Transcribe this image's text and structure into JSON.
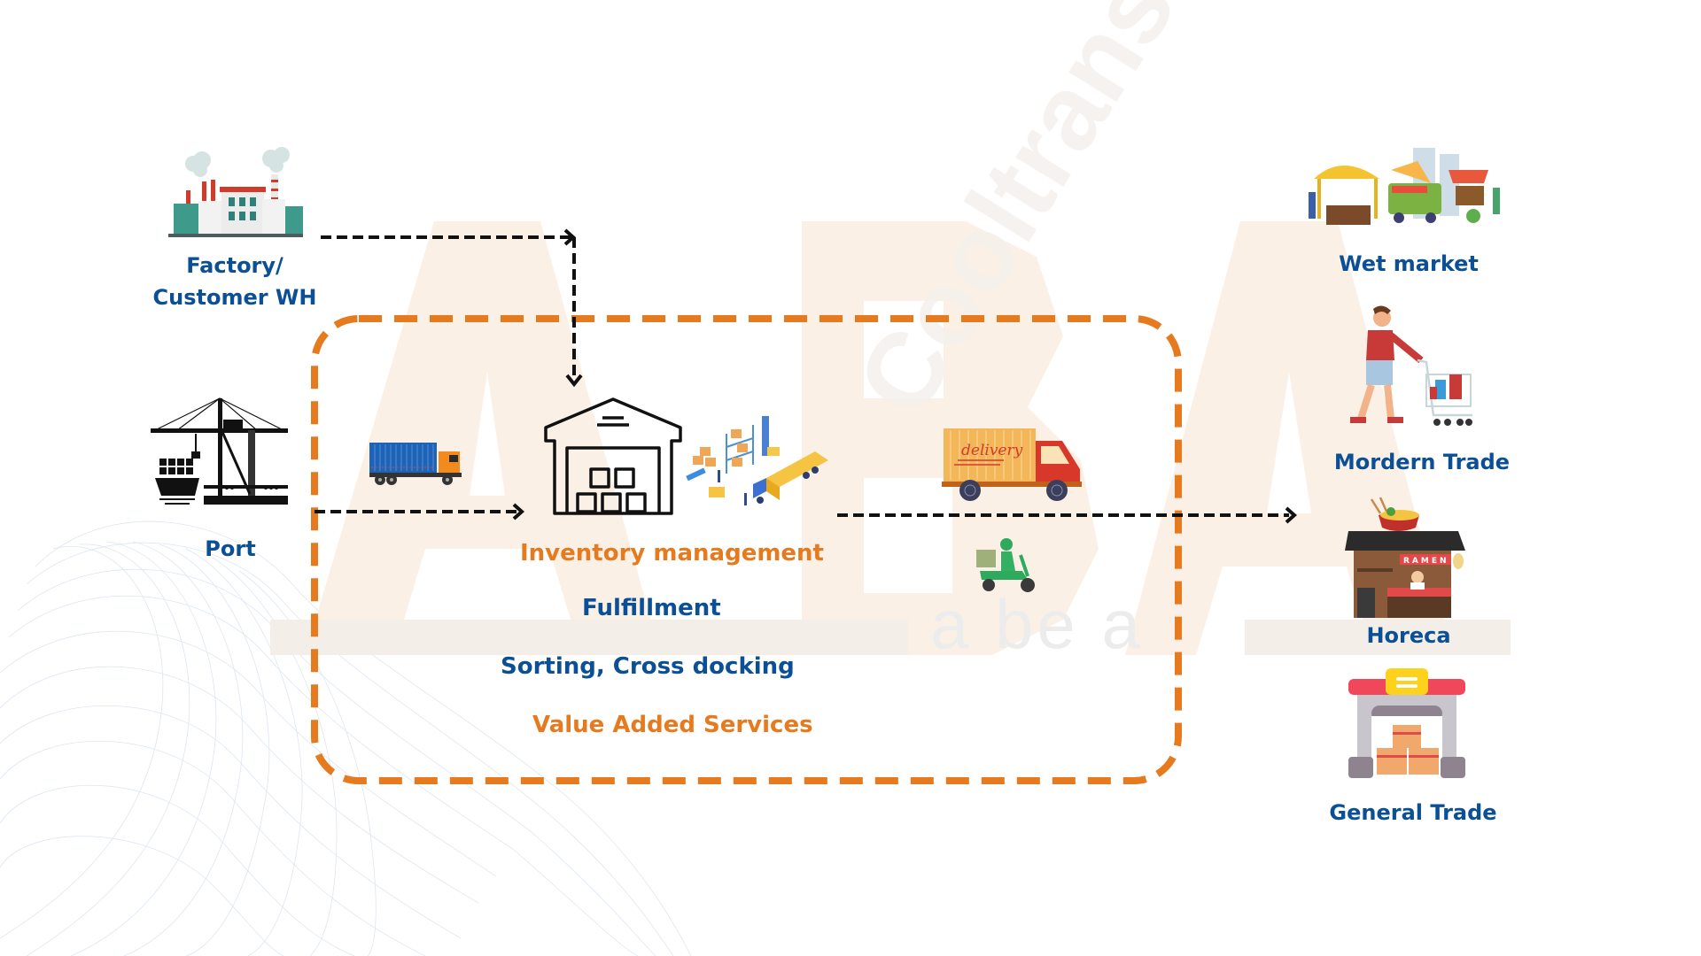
{
  "diagram": {
    "sources": {
      "factory": {
        "label_line1": "Factory/",
        "label_line2": "Customer WH"
      },
      "port": {
        "label": "Port"
      }
    },
    "hub": {
      "services": [
        {
          "label": "Inventory management",
          "color": "#e67a1e"
        },
        {
          "label": "Fulfillment",
          "color": "#0b4f96"
        },
        {
          "label": "Sorting, Cross docking",
          "color": "#0b4f96"
        },
        {
          "label": "Value Added Services",
          "color": "#e67a1e"
        }
      ],
      "truck_text": "delivery"
    },
    "destinations": [
      {
        "label": "Wet market"
      },
      {
        "label": "Mordern Trade"
      },
      {
        "label": "Horeca"
      },
      {
        "label": "General Trade"
      }
    ],
    "watermark": {
      "big": "ABA",
      "small": "a be a",
      "diagonal": "Cooltrans"
    },
    "horeca_sign": "RAMEN",
    "colors": {
      "orange": "#e67a1e",
      "blue": "#0b4f96",
      "black": "#111111"
    }
  }
}
